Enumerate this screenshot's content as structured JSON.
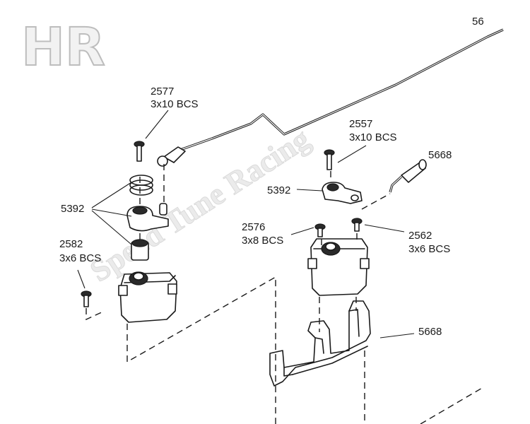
{
  "logo": {
    "text": "HR"
  },
  "watermark": {
    "text": "Speed Tune Racing"
  },
  "labels": {
    "top_right_cut": "56",
    "screw_2577_num": "2577",
    "screw_2577_spec": "3x10 BCS",
    "left_5392": "5392",
    "screw_2582_num": "2582",
    "screw_2582_spec": "3x6 BCS",
    "screw_2557_num": "2557",
    "screw_2557_spec": "3x10 BCS",
    "right_5668_top": "5668",
    "right_5392": "5392",
    "screw_2576_num": "2576",
    "screw_2576_spec": "3x8 BCS",
    "screw_2562_num": "2562",
    "screw_2562_spec": "3x6 BCS",
    "mount_5668": "5668"
  }
}
